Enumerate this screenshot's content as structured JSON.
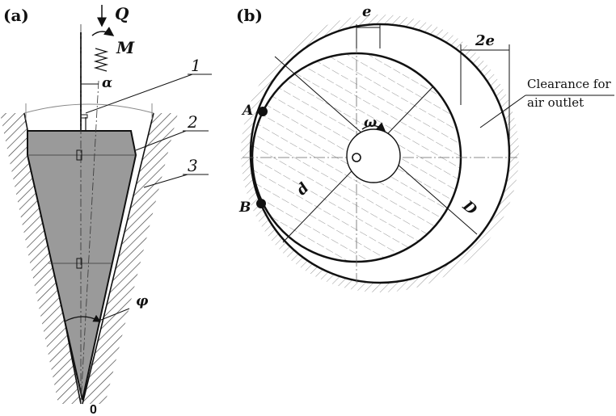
{
  "panels": {
    "a": {
      "label": "(a)",
      "force_label": "Q",
      "moment_label": "M",
      "angle_tilt_label": "α",
      "cone_angle_label": "φ",
      "apex_label": "0",
      "part_labels": [
        "1",
        "2",
        "3"
      ]
    },
    "b": {
      "label": "(b)",
      "eccentricity_label": "e",
      "double_eccentricity_label": "2e",
      "clearance_note_line1": "Clearance for",
      "clearance_note_line2": "air outlet",
      "contact_point_a": "A",
      "contact_point_b": "B",
      "inner_diameter_label": "d",
      "outer_diameter_label": "D",
      "rotation_label": "ω"
    }
  },
  "colors": {
    "ink": "#111111",
    "cone_fill": "#9a9a9a",
    "hatch": "#777777"
  }
}
